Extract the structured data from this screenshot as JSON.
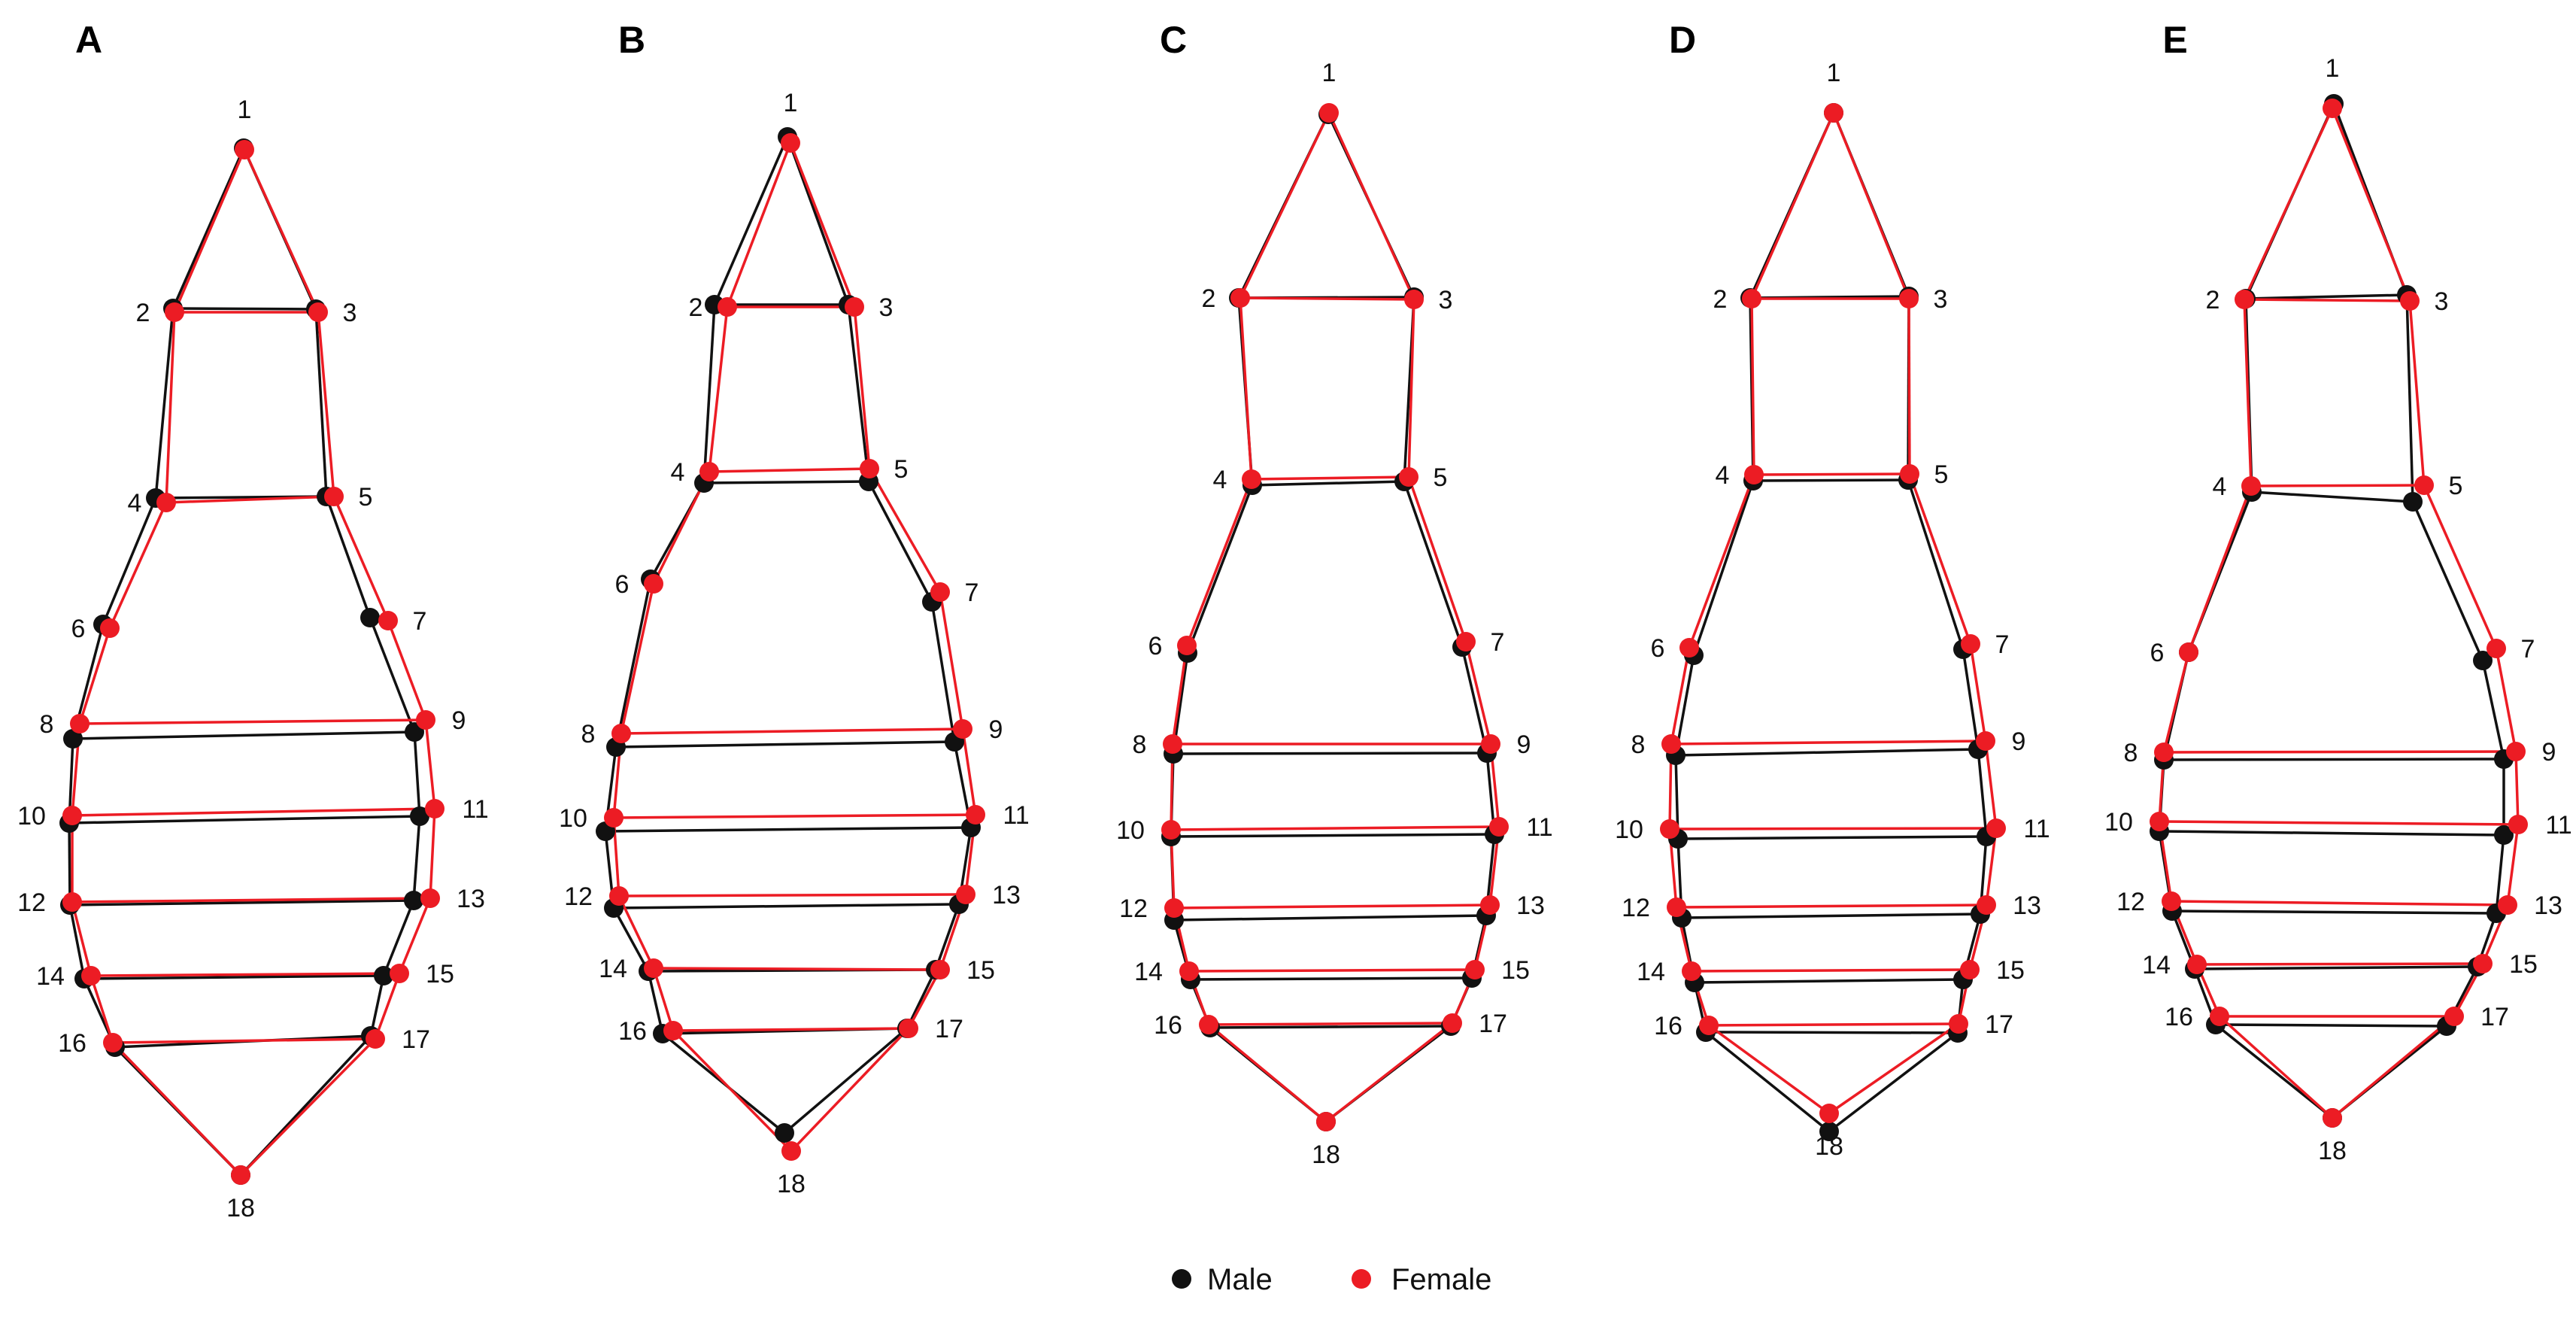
{
  "colors": {
    "male": "#111111",
    "female": "#ec1c24"
  },
  "legend": [
    {
      "label": "Male",
      "color": "#111111"
    },
    {
      "label": "Female",
      "color": "#ec1c24"
    }
  ],
  "edges": [
    [
      1,
      2
    ],
    [
      1,
      3
    ],
    [
      2,
      3
    ],
    [
      2,
      4
    ],
    [
      3,
      5
    ],
    [
      4,
      5
    ],
    [
      4,
      6
    ],
    [
      5,
      7
    ],
    [
      6,
      8
    ],
    [
      7,
      9
    ],
    [
      8,
      9
    ],
    [
      8,
      10
    ],
    [
      9,
      11
    ],
    [
      10,
      11
    ],
    [
      10,
      12
    ],
    [
      11,
      13
    ],
    [
      12,
      13
    ],
    [
      12,
      14
    ],
    [
      13,
      15
    ],
    [
      14,
      15
    ],
    [
      14,
      16
    ],
    [
      15,
      17
    ],
    [
      16,
      17
    ],
    [
      16,
      18
    ],
    [
      17,
      18
    ]
  ],
  "panels": [
    {
      "letter": "A",
      "labels": [
        "1",
        "2",
        "3",
        "4",
        "5",
        "6",
        "7",
        "8",
        "9",
        "10",
        "11",
        "12",
        "13",
        "14",
        "15",
        "16",
        "17",
        "18"
      ]
    },
    {
      "letter": "B",
      "labels": [
        "1",
        "2",
        "3",
        "4",
        "5",
        "6",
        "7",
        "8",
        "9",
        "10",
        "11",
        "12",
        "13",
        "14",
        "15",
        "16",
        "17",
        "18"
      ]
    },
    {
      "letter": "C",
      "labels": [
        "1",
        "2",
        "3",
        "4",
        "5",
        "6",
        "7",
        "8",
        "9",
        "10",
        "11",
        "12",
        "13",
        "14",
        "15",
        "16",
        "17",
        "18"
      ]
    },
    {
      "letter": "D",
      "labels": [
        "1",
        "2",
        "3",
        "4",
        "5",
        "6",
        "7",
        "8",
        "9",
        "10",
        "11",
        "12",
        "13",
        "14",
        "15",
        "16",
        "17",
        "18"
      ]
    },
    {
      "letter": "E",
      "labels": [
        "1",
        "2",
        "3",
        "4",
        "5",
        "6",
        "7",
        "8",
        "9",
        "10",
        "11",
        "12",
        "13",
        "14",
        "15",
        "16",
        "17",
        "18"
      ]
    }
  ]
}
